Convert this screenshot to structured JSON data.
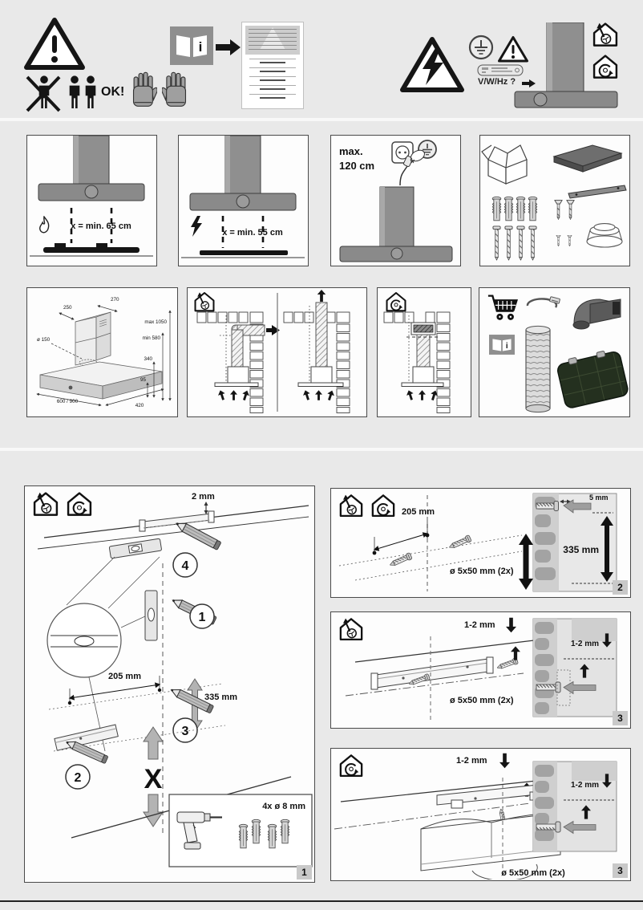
{
  "colors": {
    "page_bg": "#e9e9e9",
    "panel_bg": "#fdfdfd",
    "panel_border": "#4a4a4a",
    "hood_gray": "#8f8f8f",
    "dark": "#151515",
    "badge_bg": "#c9c9c9",
    "arrow_gray": "#b3b3b3",
    "carbon_filter_green": "#24301f"
  },
  "icons": {
    "warning-icon": "outlined triangle with exclamation mark",
    "no-single-person-icon": "crossed-out single installer",
    "two-person-icon": "two installers required",
    "gloves-icon": "protective gloves",
    "manual-book-icon": "open book with letter i",
    "safety-sheet-icon": "miniature safety instruction page",
    "high-voltage-icon": "triangle with lightning bolt",
    "earth-ground-icon": "earthing symbol in circle",
    "rating-plate-icon": "appliance rating plate",
    "extraction-mode-icon": "house with duct arrow to outside",
    "recirculation-mode-icon": "house with circulating arrow",
    "gas-hob-icon": "flame",
    "electric-hob-icon": "lightning bolt",
    "socket-icon": "mains socket",
    "shopping-cart-icon": "accessories to purchase",
    "drill-icon": "power drill",
    "spirit-level-icon": "spirit level",
    "pencil-icon": "marking pencil"
  },
  "top": {
    "ok_label": "OK!",
    "rating_query": "V/W/Hz ?",
    "info_letter": "i"
  },
  "clearance": {
    "gas_label": "x = min. 65 cm",
    "electric_label": "x = min. 55 cm",
    "cord_label_line1": "max.",
    "cord_label_line2": "120 cm"
  },
  "dimensions": {
    "chimney_depth": "250",
    "chimney_width": "270",
    "height_max": "max 1050",
    "height_min": "min 580",
    "outlet_diameter": "ø 150",
    "outlet_height": "340",
    "body_front_height": "95",
    "hood_width": "600 / 900",
    "hood_depth": "420"
  },
  "steps": {
    "step1": {
      "badge": "1",
      "ceiling_gap": "2 mm",
      "hole_spacing": "205 mm",
      "lower_holes_offset": "335 mm",
      "x_mark": "X",
      "drill_spec": "4x ø 8 mm",
      "order_marks": [
        "1",
        "2",
        "3",
        "4"
      ]
    },
    "step2": {
      "badge": "2",
      "hole_spacing": "205 mm",
      "screw_spec": "ø 5x50 mm (2x)",
      "screw_protrusion": "5 mm",
      "bracket_height": "335 mm"
    },
    "step3_duct": {
      "badge": "3",
      "gap": "1-2 mm",
      "gap_inset": "1-2 mm",
      "screw_spec": "ø 5x50 mm (2x)"
    },
    "step3_recirc": {
      "badge": "3",
      "gap": "1-2 mm",
      "gap_inset": "1-2 mm",
      "screw_spec": "ø 5x50 mm (2x)"
    }
  }
}
